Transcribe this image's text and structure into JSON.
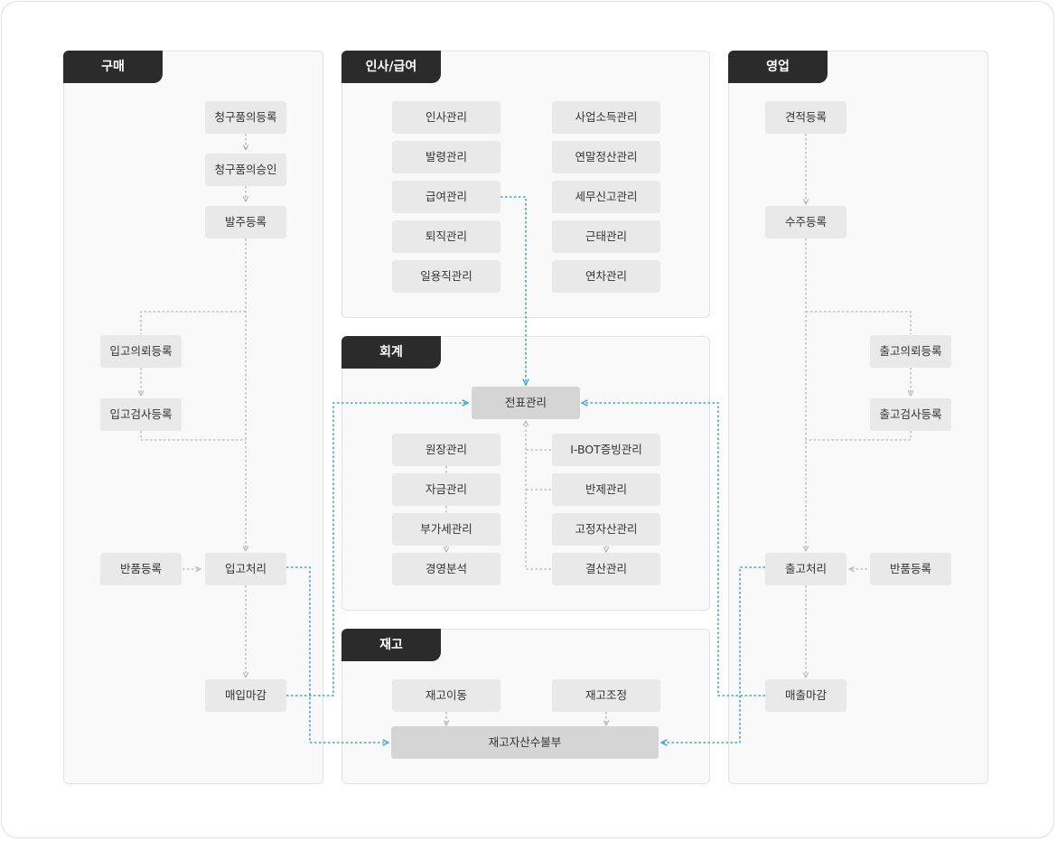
{
  "sections": {
    "purchase": {
      "title": "구매"
    },
    "hr": {
      "title": "인사/급여"
    },
    "accounting": {
      "title": "회계"
    },
    "inventory": {
      "title": "재고"
    },
    "sales": {
      "title": "영업"
    }
  },
  "nodes": {
    "p_request": "청구품의등록",
    "p_approve": "청구품의승인",
    "p_order": "발주등록",
    "p_in_req": "입고의뢰등록",
    "p_in_insp": "입고검사등록",
    "p_return": "반품등록",
    "p_in_proc": "입고처리",
    "p_close": "매입마감",
    "h_personnel": "인사관리",
    "h_appoint": "발령관리",
    "h_salary": "급여관리",
    "h_retire": "퇴직관리",
    "h_daily": "일용직관리",
    "h_bizincome": "사업소득관리",
    "h_yearend": "연말정산관리",
    "h_tax": "세무신고관리",
    "h_attend": "근태관리",
    "h_leave": "연차관리",
    "a_voucher": "전표관리",
    "a_ledger": "원장관리",
    "a_fund": "자금관리",
    "a_vat": "부가세관리",
    "a_mgmt": "경영분석",
    "a_ibot": "I-BOT증빙관리",
    "a_offset": "반제관리",
    "a_asset": "고정자산관리",
    "a_settle": "결산관리",
    "i_move": "재고이동",
    "i_adjust": "재고조정",
    "i_ledger": "재고자산수불부",
    "s_quote": "견적등록",
    "s_order": "수주등록",
    "s_out_req": "출고의뢰등록",
    "s_out_insp": "출고검사등록",
    "s_out_proc": "출고처리",
    "s_return": "반품등록",
    "s_close": "매출마감"
  },
  "colors": {
    "tab": "#2b2b2b",
    "box": "#e9e9e9",
    "box_dark": "#d5d5d5",
    "grey_line": "#b4b4b4",
    "blue_line": "#3ea5e0"
  }
}
